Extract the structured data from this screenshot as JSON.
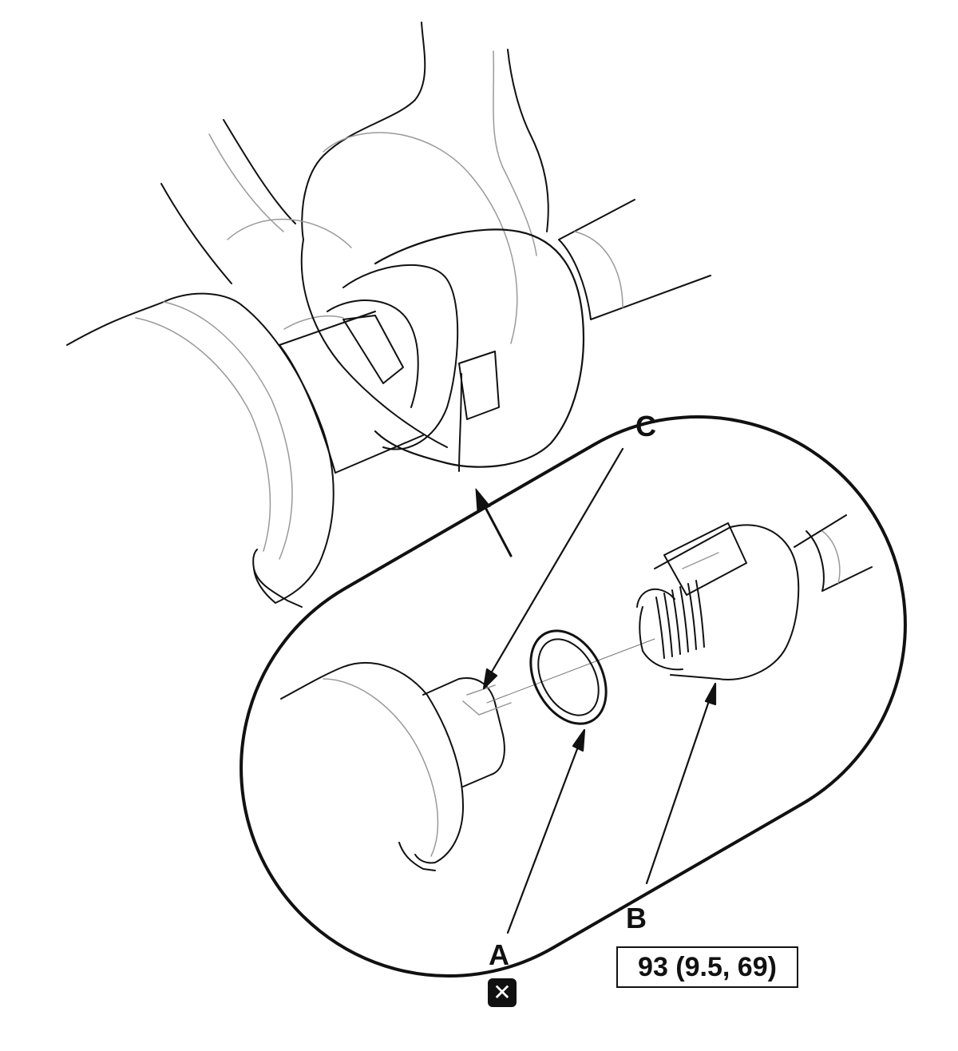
{
  "callouts": {
    "a": "A",
    "b": "B",
    "c": "C"
  },
  "torque_spec": "93 (9.5, 69)",
  "icons": {
    "replace": "replace-part-icon"
  },
  "colors": {
    "line_dark": "#111111",
    "line_light": "#9a9a9a",
    "background": "#ffffff"
  }
}
